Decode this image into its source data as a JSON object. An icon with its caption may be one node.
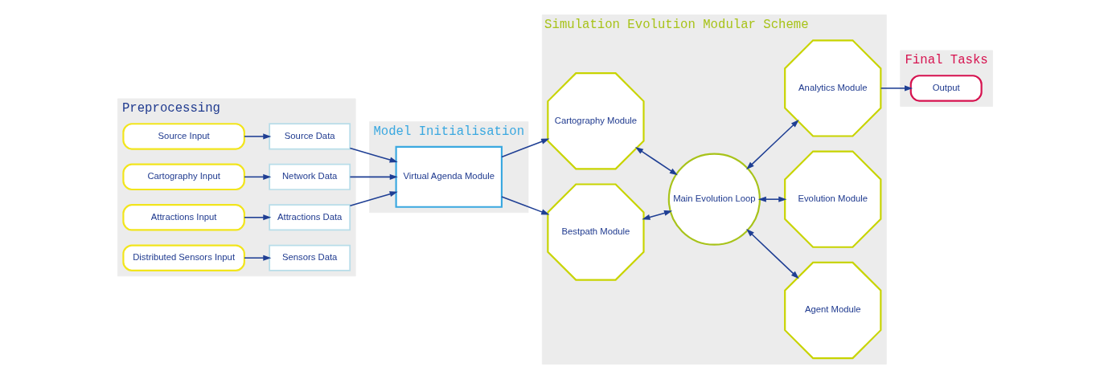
{
  "diagram": {
    "nodes": [
      {
        "text": [
          "Preprocessing"
        ]
      },
      {
        "text": [
          "Source Input"
        ],
        "in": 0
      },
      {
        "text": [
          "Cartography Input"
        ],
        "in": 0
      },
      {
        "text": [
          "Attractions Input"
        ],
        "in": 0
      },
      {
        "text": [
          "Distributed Sensors Input"
        ],
        "in": 0
      },
      {
        "text": [
          "Source Data"
        ],
        "in": 0
      },
      {
        "text": [
          "Network Data"
        ],
        "in": 0
      },
      {
        "text": [
          "Attractions Data"
        ],
        "in": 0
      },
      {
        "text": [
          "Sensors Data"
        ],
        "in": 0
      },
      {
        "text": [
          "Model Initialisation"
        ]
      },
      {
        "text": [
          "Virtual Agenda Module"
        ],
        "in": 9
      },
      {
        "text": [
          "Simulation Evolution Modular Scheme"
        ]
      },
      {
        "text": [
          "Cartography Module"
        ],
        "in": 11
      },
      {
        "text": [
          "Bestpath Module"
        ],
        "in": 11
      },
      {
        "text": [
          "Main Evolution Loop"
        ],
        "in": 11
      },
      {
        "text": [
          "Agent Module"
        ],
        "in": 11
      },
      {
        "text": [
          "Evolution Module"
        ],
        "in": 11
      },
      {
        "text": [
          "Analytics Module"
        ],
        "in": 11
      },
      {
        "text": [
          "Final Tasks"
        ]
      },
      {
        "text": [
          "Output"
        ],
        "in": 18
      }
    ],
    "edges": [
      {
        "from": 1,
        "to": 5,
        "arrow": "to"
      },
      {
        "from": 2,
        "to": 6,
        "arrow": "to"
      },
      {
        "from": 3,
        "to": 7,
        "arrow": "to"
      },
      {
        "from": 4,
        "to": 8,
        "arrow": "to"
      },
      {
        "from": 5,
        "to": 10,
        "arrow": "to"
      },
      {
        "from": 6,
        "to": 10,
        "arrow": "to"
      },
      {
        "from": 7,
        "to": 10,
        "arrow": "to"
      },
      {
        "from": 10,
        "to": 12,
        "arrow": "to"
      },
      {
        "from": 10,
        "to": 13,
        "arrow": "to"
      },
      {
        "from": 12,
        "to": 14,
        "arrow": "both"
      },
      {
        "from": 13,
        "to": 14,
        "arrow": "both"
      },
      {
        "from": 14,
        "to": 15,
        "arrow": "both"
      },
      {
        "from": 14,
        "to": 16,
        "arrow": "both"
      },
      {
        "from": 14,
        "to": 17,
        "arrow": "both"
      },
      {
        "from": 17,
        "to": 19,
        "arrow": "to"
      }
    ]
  }
}
